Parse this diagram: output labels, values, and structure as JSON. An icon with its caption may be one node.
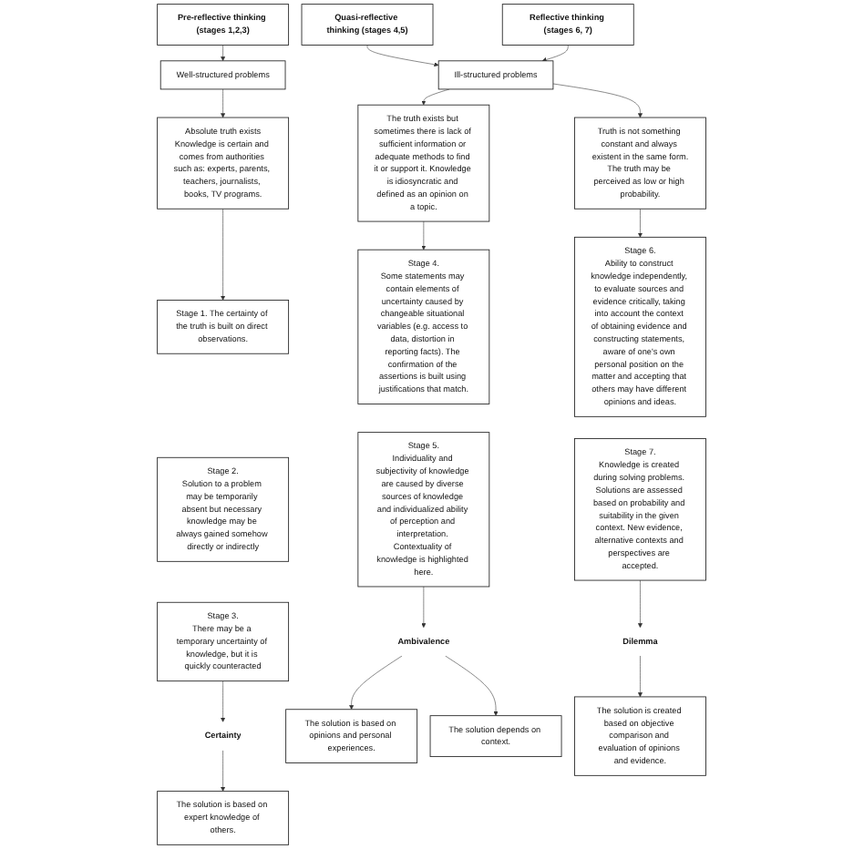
{
  "diagram": {
    "nodes": [
      {
        "text": [
          "Pre-reflective thinking (stages 1,2,3)"
        ]
      },
      {
        "text": [
          "Quasi-reflective thinking (stages 4,5)"
        ]
      },
      {
        "text": [
          "Reflective thinking (stages 6, 7)"
        ]
      },
      {
        "text": [
          "Well-structured problems"
        ]
      },
      {
        "text": [
          "Ill-structured problems"
        ]
      },
      {
        "text": [
          "Absolute truth exists",
          "Knowledge is certain and comes from authorities such as: experts, parents, teachers, journalists, books, TV programs."
        ]
      },
      {
        "text": [
          "The truth exists but sometimes there is lack of sufficient information or adequate methods to find it or support it. Knowledge is idiosyncratic and defined as an opinion on a topic."
        ]
      },
      {
        "text": [
          "Truth is not something constant and always existent in the same form.",
          "The truth may be perceived as low or high probability."
        ]
      },
      {
        "text": [
          "Stage 1. The certainty of the truth is built on direct observations."
        ]
      },
      {
        "text": [
          "Stage 4.",
          "Some statements may contain elements of uncertainty caused by changeable situational variables (e.g. access to data, distortion in reporting facts). The confirmation of the assertions is built using justifications that match."
        ]
      },
      {
        "text": [
          "Stage 6.",
          "Ability to construct knowledge independently, to evaluate sources and evidence critically, taking into account the context of obtaining evidence and constructing statements, aware of one's own personal position on the matter and accepting that others may have different opinions and ideas."
        ]
      },
      {
        "text": [
          "Stage 2.",
          "Solution to a problem may be temporarily absent but necessary knowledge may be always gained somehow directly or indirectly"
        ]
      },
      {
        "text": [
          "Stage 5.",
          "Individuality and subjectivity of knowledge are caused by diverse sources of knowledge and individualized ability of perception and interpretation. Contextuality of knowledge is highlighted here."
        ]
      },
      {
        "text": [
          "Stage 7.",
          "Knowledge is created during solving problems. Solutions are assessed based on probability and suitability in the given context. New evidence, alternative contexts and perspectives are accepted."
        ]
      },
      {
        "text": [
          "Stage 3.",
          "There may be a temporary uncertainty of knowledge, but it is quickly counteracted"
        ]
      },
      {
        "text": [
          "Certainty"
        ]
      },
      {
        "text": [
          "Ambivalence"
        ]
      },
      {
        "text": [
          "Dilemma"
        ]
      },
      {
        "text": [
          "The solution is based on expert knowledge of others."
        ]
      },
      {
        "text": [
          "The solution is based on opinions and personal experiences."
        ]
      },
      {
        "text": [
          "The solution depends on context."
        ]
      },
      {
        "text": [
          "The solution is created based on objective comparison and evaluation of opinions and evidence."
        ]
      }
    ],
    "edges": [
      {
        "from": 0,
        "to": 3,
        "arrow": "to"
      },
      {
        "from": 1,
        "to": 4,
        "arrow": "to"
      },
      {
        "from": 2,
        "to": 4,
        "arrow": "to"
      },
      {
        "from": 3,
        "to": 5,
        "arrow": "to"
      },
      {
        "from": 4,
        "to": 6,
        "arrow": "to"
      },
      {
        "from": 4,
        "to": 7,
        "arrow": "to"
      },
      {
        "from": 5,
        "to": 8,
        "arrow": "to"
      },
      {
        "from": 6,
        "to": 9,
        "arrow": "to"
      },
      {
        "from": 7,
        "to": 10,
        "arrow": "to"
      },
      {
        "from": 14,
        "to": 15,
        "arrow": "to"
      },
      {
        "from": 15,
        "to": 18,
        "arrow": "to"
      },
      {
        "from": 12,
        "to": 16,
        "arrow": "to"
      },
      {
        "from": 16,
        "to": 19,
        "arrow": "to"
      },
      {
        "from": 16,
        "to": 20,
        "arrow": "to"
      },
      {
        "from": 13,
        "to": 17,
        "arrow": "to"
      },
      {
        "from": 17,
        "to": 21,
        "arrow": "to"
      }
    ]
  }
}
